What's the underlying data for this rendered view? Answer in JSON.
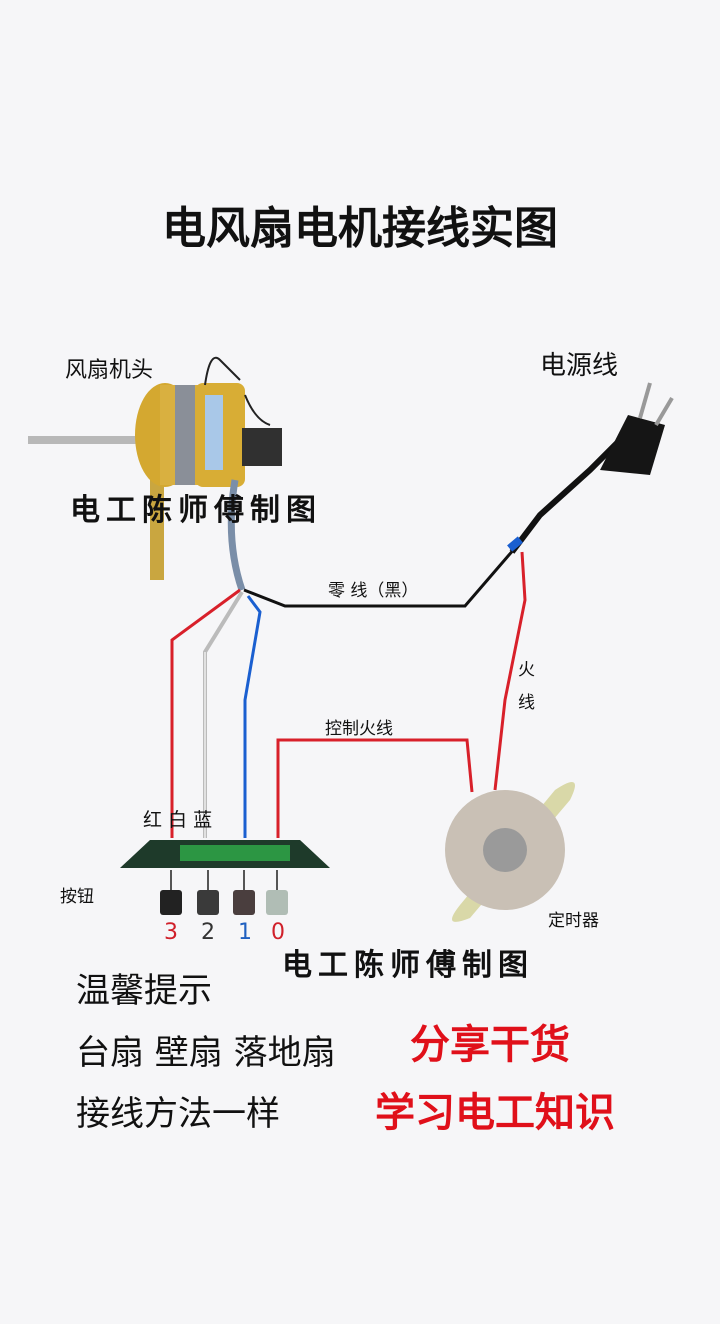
{
  "title": "电风扇电机接线实图",
  "labels": {
    "motor": "风扇机头",
    "power_cord": "电源线",
    "neutral": "零 线（黑）",
    "live": "火",
    "live2": "线",
    "control_live": "控制火线",
    "wire_colors": "红 白 蓝",
    "buttons": "按钮",
    "timer": "定时器"
  },
  "button_numbers": [
    "3",
    "2",
    "1",
    "0"
  ],
  "number_colors": [
    "#d0202a",
    "#333333",
    "#2060c0",
    "#d0202a"
  ],
  "watermark": "电工陈师傅制图",
  "tips": {
    "heading": "温馨提示",
    "line1": "台扇 壁扇 落地扇",
    "line2": "接线方法一样",
    "highlight1": "分享干货",
    "highlight2": "学习电工知识"
  },
  "colors": {
    "red_wire": "#d8202a",
    "blue_wire": "#1a5fd0",
    "accent": "#e0101a"
  }
}
